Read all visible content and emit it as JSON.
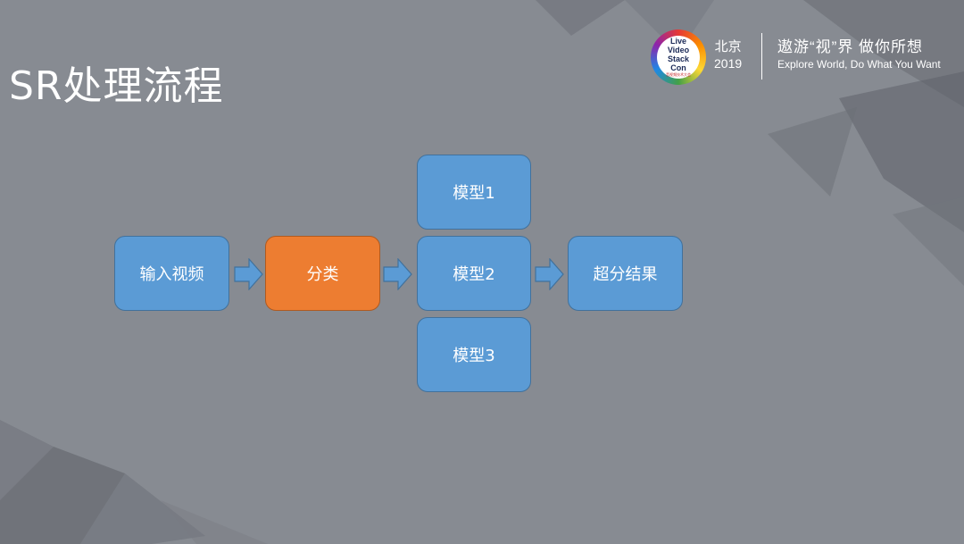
{
  "slide": {
    "title": "SR处理流程",
    "logo_lines": [
      "Live",
      "Video",
      "Stack",
      "Con"
    ],
    "logo_subtitle": "音视频技术大会",
    "city": "北京",
    "year": "2019",
    "slogan_cn": "遨游“视”界  做你所想",
    "slogan_en": "Explore World, Do What You Want"
  },
  "flow": {
    "input": "输入视频",
    "classify": "分类",
    "models": [
      "模型1",
      "模型2",
      "模型3"
    ],
    "output": "超分结果"
  },
  "colors": {
    "background": "#878b92",
    "box_blue": "#5b9bd5",
    "box_orange": "#ed7d31",
    "text": "#ffffff"
  }
}
